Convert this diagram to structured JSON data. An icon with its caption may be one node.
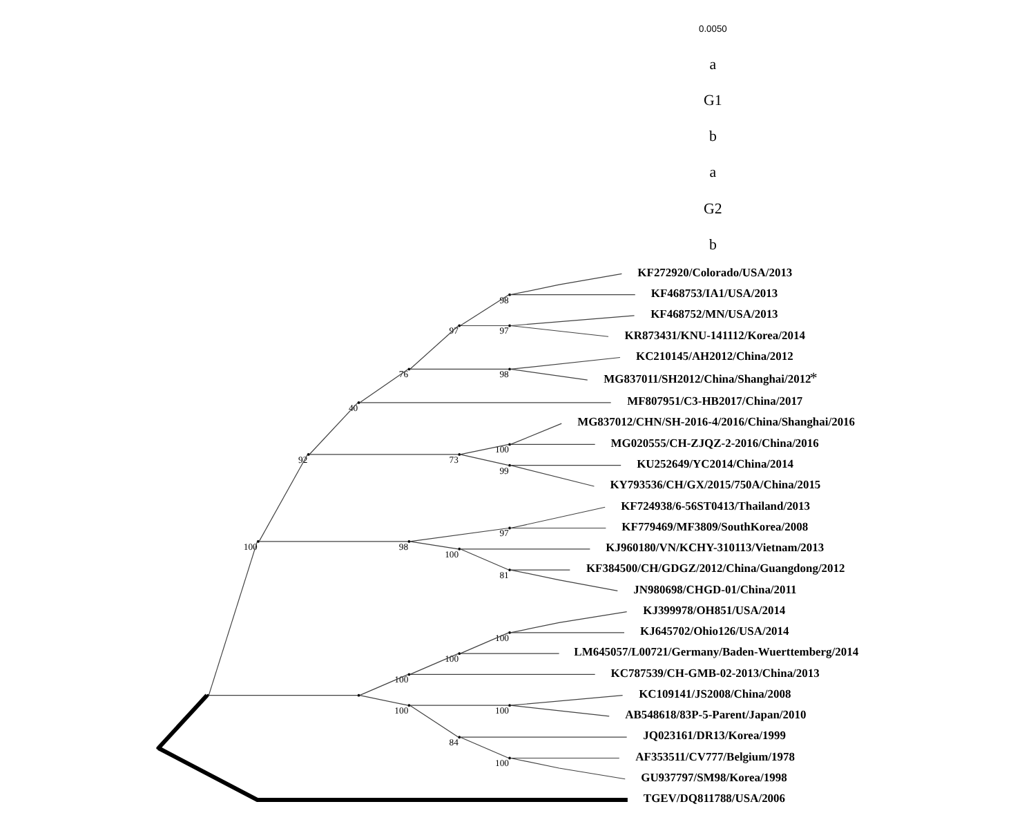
{
  "diagram": {
    "nodes": [
      {
        "text": [],
        "shape": "point"
      },
      {
        "text": [],
        "shape": "point"
      },
      {
        "text": [],
        "shape": "point",
        "beside": [
          "100"
        ]
      },
      {
        "text": [],
        "shape": "point",
        "beside": [
          "92"
        ]
      },
      {
        "text": [],
        "shape": "point",
        "beside": [
          "40"
        ]
      },
      {
        "text": [],
        "shape": "point",
        "beside": [
          "76"
        ]
      },
      {
        "text": [],
        "shape": "point",
        "beside": [
          "97"
        ]
      },
      {
        "text": [],
        "shape": "point",
        "beside": [
          "98"
        ]
      },
      {
        "text": [
          "KF272920/Colorado/USA/2013"
        ]
      },
      {
        "text": [
          "KF468753/IA1/USA/2013"
        ]
      },
      {
        "text": [],
        "shape": "point",
        "beside": [
          "97"
        ]
      },
      {
        "text": [
          "KF468752/MN/USA/2013"
        ]
      },
      {
        "text": [
          "KR873431/KNU-141112/Korea/2014"
        ]
      },
      {
        "text": [],
        "shape": "point",
        "beside": [
          "98"
        ]
      },
      {
        "text": [
          "KC210145/AH2012/China/2012"
        ]
      },
      {
        "text": [
          "MG837011/SH2012/China/Shanghai/2012"
        ],
        "beside": [
          "*"
        ]
      },
      {
        "text": [
          "MF807951/C3-HB2017/China/2017"
        ]
      },
      {
        "text": [],
        "shape": "point",
        "beside": [
          "73"
        ]
      },
      {
        "text": [],
        "shape": "point",
        "beside": [
          "100"
        ]
      },
      {
        "text": [
          "MG837012/CHN/SH-2016-4/2016/China/Shanghai/2016"
        ]
      },
      {
        "text": [
          "MG020555/CH-ZJQZ-2-2016/China/2016"
        ]
      },
      {
        "text": [],
        "shape": "point",
        "beside": [
          "99"
        ]
      },
      {
        "text": [
          "KU252649/YC2014/China/2014"
        ]
      },
      {
        "text": [
          "KY793536/CH/GX/2015/750A/China/2015"
        ]
      },
      {
        "text": [],
        "shape": "point",
        "beside": [
          "98"
        ]
      },
      {
        "text": [],
        "shape": "point",
        "beside": [
          "97"
        ]
      },
      {
        "text": [
          "KF724938/6-56ST0413/Thailand/2013"
        ]
      },
      {
        "text": [
          "KF779469/MF3809/SouthKorea/2008"
        ]
      },
      {
        "text": [],
        "shape": "point",
        "beside": [
          "100"
        ]
      },
      {
        "text": [
          "KJ960180/VN/KCHY-310113/Vietnam/2013"
        ]
      },
      {
        "text": [],
        "shape": "point",
        "beside": [
          "81"
        ]
      },
      {
        "text": [
          "KF384500/CH/GDGZ/2012/China/Guangdong/2012"
        ]
      },
      {
        "text": [
          "JN980698/CHGD-01/China/2011"
        ]
      },
      {
        "text": [],
        "shape": "point"
      },
      {
        "text": [],
        "shape": "point",
        "beside": [
          "100"
        ]
      },
      {
        "text": [],
        "shape": "point",
        "beside": [
          "100"
        ]
      },
      {
        "text": [],
        "shape": "point",
        "beside": [
          "100"
        ]
      },
      {
        "text": [
          "KJ399978/OH851/USA/2014"
        ]
      },
      {
        "text": [
          "KJ645702/Ohio126/USA/2014"
        ]
      },
      {
        "text": [
          "LM645057/L00721/Germany/Baden-Wuerttemberg/2014"
        ]
      },
      {
        "text": [
          "KC787539/CH-GMB-02-2013/China/2013"
        ]
      },
      {
        "text": [],
        "shape": "point",
        "beside": [
          "100"
        ]
      },
      {
        "text": [],
        "shape": "point",
        "beside": [
          "100"
        ]
      },
      {
        "text": [
          "KC109141/JS2008/China/2008"
        ]
      },
      {
        "text": [
          "AB548618/83P-5-Parent/Japan/2010"
        ]
      },
      {
        "text": [],
        "shape": "point",
        "beside": [
          "84"
        ]
      },
      {
        "text": [
          "JQ023161/DR13/Korea/1999"
        ]
      },
      {
        "text": [],
        "shape": "point",
        "beside": [
          "100"
        ]
      },
      {
        "text": [
          "AF353511/CV777/Belgium/1978"
        ]
      },
      {
        "text": [
          "GU937797/SM98/Korea/1998"
        ]
      },
      {
        "text": [
          "TGEV/DQ811788/USA/2006"
        ]
      }
    ],
    "edges": [
      {
        "from": 0,
        "to": 1,
        "arrow": "none",
        "style": "thick"
      },
      {
        "from": 1,
        "to": 2,
        "arrow": "none"
      },
      {
        "from": 2,
        "to": 3,
        "arrow": "none"
      },
      {
        "from": 3,
        "to": 4,
        "arrow": "none"
      },
      {
        "from": 4,
        "to": 5,
        "arrow": "none"
      },
      {
        "from": 5,
        "to": 6,
        "arrow": "none"
      },
      {
        "from": 6,
        "to": 7,
        "arrow": "none"
      },
      {
        "from": 7,
        "to": 8,
        "arrow": "none"
      },
      {
        "from": 7,
        "to": 9,
        "arrow": "none"
      },
      {
        "from": 6,
        "to": 10,
        "arrow": "none"
      },
      {
        "from": 10,
        "to": 11,
        "arrow": "none"
      },
      {
        "from": 10,
        "to": 12,
        "arrow": "none"
      },
      {
        "from": 5,
        "to": 13,
        "arrow": "none"
      },
      {
        "from": 13,
        "to": 14,
        "arrow": "none"
      },
      {
        "from": 13,
        "to": 15,
        "arrow": "none"
      },
      {
        "from": 4,
        "to": 16,
        "arrow": "none"
      },
      {
        "from": 3,
        "to": 17,
        "arrow": "none"
      },
      {
        "from": 17,
        "to": 18,
        "arrow": "none"
      },
      {
        "from": 18,
        "to": 19,
        "arrow": "none"
      },
      {
        "from": 18,
        "to": 20,
        "arrow": "none"
      },
      {
        "from": 17,
        "to": 21,
        "arrow": "none"
      },
      {
        "from": 21,
        "to": 22,
        "arrow": "none"
      },
      {
        "from": 21,
        "to": 23,
        "arrow": "none"
      },
      {
        "from": 2,
        "to": 24,
        "arrow": "none"
      },
      {
        "from": 24,
        "to": 25,
        "arrow": "none"
      },
      {
        "from": 25,
        "to": 26,
        "arrow": "none"
      },
      {
        "from": 25,
        "to": 27,
        "arrow": "none"
      },
      {
        "from": 24,
        "to": 28,
        "arrow": "none"
      },
      {
        "from": 28,
        "to": 29,
        "arrow": "none"
      },
      {
        "from": 28,
        "to": 30,
        "arrow": "none"
      },
      {
        "from": 30,
        "to": 31,
        "arrow": "none"
      },
      {
        "from": 30,
        "to": 32,
        "arrow": "none"
      },
      {
        "from": 1,
        "to": 33,
        "arrow": "none"
      },
      {
        "from": 33,
        "to": 34,
        "arrow": "none"
      },
      {
        "from": 34,
        "to": 35,
        "arrow": "none"
      },
      {
        "from": 35,
        "to": 36,
        "arrow": "none"
      },
      {
        "from": 36,
        "to": 37,
        "arrow": "none"
      },
      {
        "from": 36,
        "to": 38,
        "arrow": "none"
      },
      {
        "from": 35,
        "to": 39,
        "arrow": "none"
      },
      {
        "from": 34,
        "to": 40,
        "arrow": "none"
      },
      {
        "from": 33,
        "to": 41,
        "arrow": "none"
      },
      {
        "from": 41,
        "to": 42,
        "arrow": "none"
      },
      {
        "from": 42,
        "to": 43,
        "arrow": "none"
      },
      {
        "from": 42,
        "to": 44,
        "arrow": "none"
      },
      {
        "from": 41,
        "to": 45,
        "arrow": "none"
      },
      {
        "from": 45,
        "to": 46,
        "arrow": "none"
      },
      {
        "from": 45,
        "to": 47,
        "arrow": "none"
      },
      {
        "from": 47,
        "to": 48,
        "arrow": "none"
      },
      {
        "from": 47,
        "to": 49,
        "arrow": "none"
      },
      {
        "from": 0,
        "to": 50,
        "arrow": "none",
        "style": "thick"
      }
    ],
    "labels": [
      "b",
      "G2",
      "a",
      "b",
      "G1",
      "a",
      "0.0050"
    ]
  }
}
